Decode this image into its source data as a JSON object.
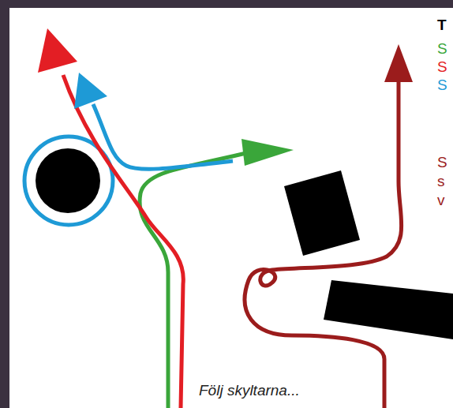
{
  "diagram": {
    "labels": [
      "T",
      "S",
      "S",
      "S",
      "S",
      "s",
      "v",
      "Följ skyltarna..."
    ]
  }
}
